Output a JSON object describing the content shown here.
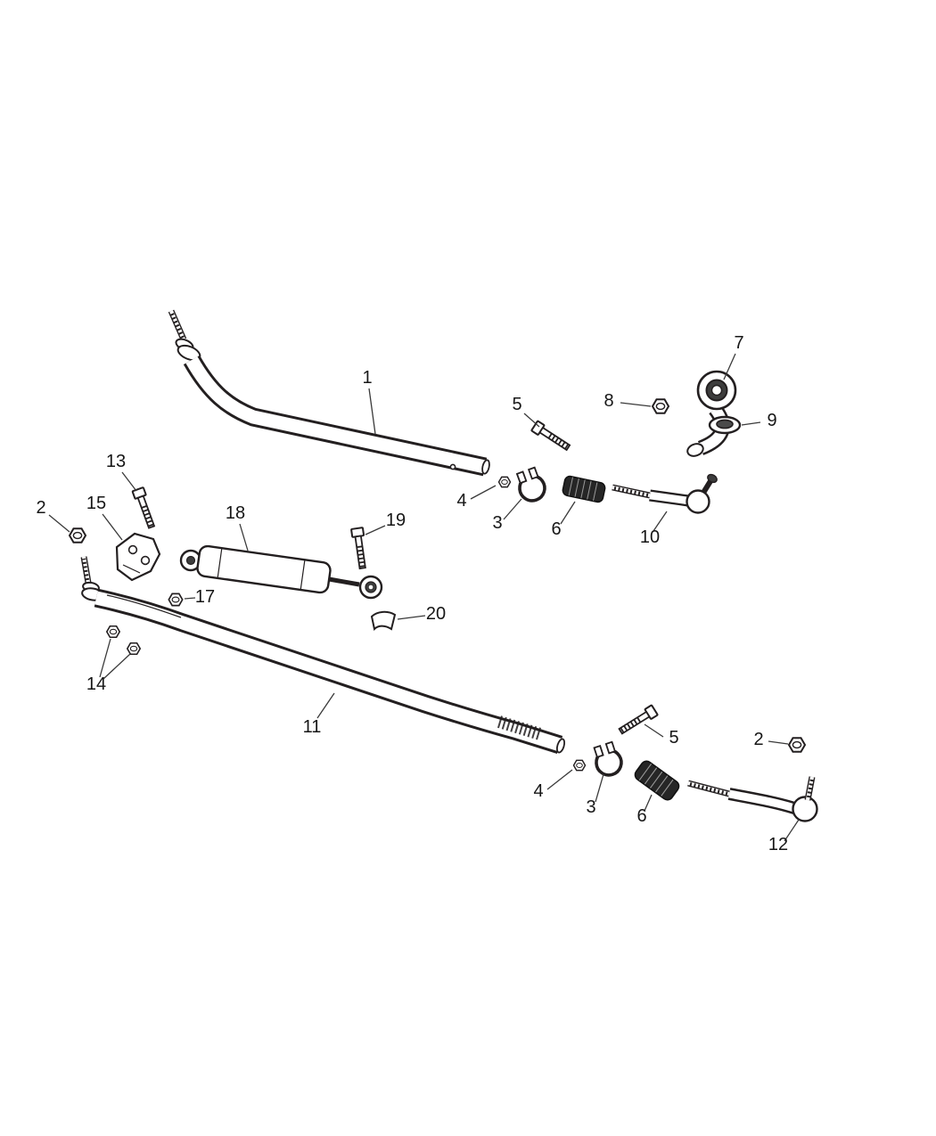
{
  "diagram": {
    "background_color": "#ffffff",
    "line_color": "#231f20",
    "callouts": [
      {
        "label": "1"
      },
      {
        "label": "7"
      },
      {
        "label": "8"
      },
      {
        "label": "9"
      },
      {
        "label": "5"
      },
      {
        "label": "13"
      },
      {
        "label": "2"
      },
      {
        "label": "15"
      },
      {
        "label": "18"
      },
      {
        "label": "19"
      },
      {
        "label": "4"
      },
      {
        "label": "3"
      },
      {
        "label": "6"
      },
      {
        "label": "10"
      },
      {
        "label": "17"
      },
      {
        "label": "20"
      },
      {
        "label": "14"
      },
      {
        "label": "11"
      },
      {
        "label": "5"
      },
      {
        "label": "2"
      },
      {
        "label": "4"
      },
      {
        "label": "3"
      },
      {
        "label": "6"
      },
      {
        "label": "12"
      }
    ]
  }
}
